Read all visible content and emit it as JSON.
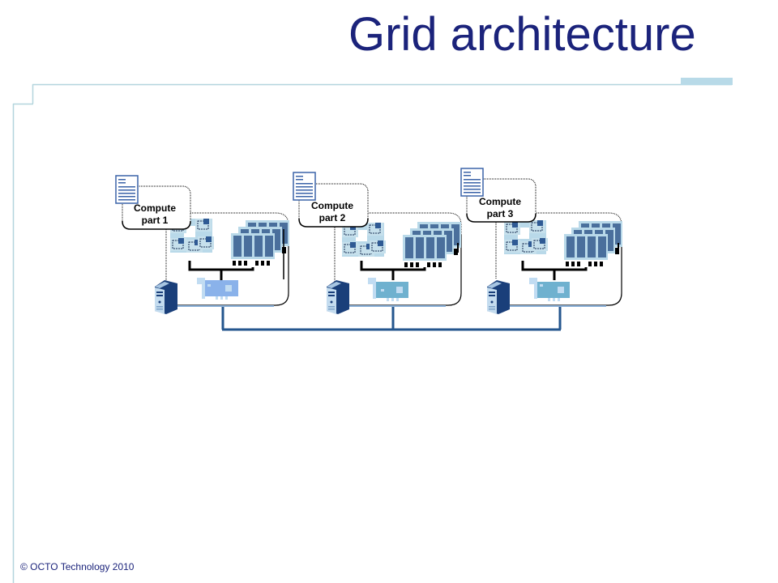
{
  "slide": {
    "title": "Grid architecture",
    "footer": "© OCTO  Technology 2010"
  },
  "colors": {
    "title": "#1b237b",
    "frame_line": "#b3d5dd",
    "accent_bar": "#b8dae8",
    "network_line": "#24568e",
    "server_dark": "#1a3f7a",
    "server_light": "#c4dcef",
    "ram": "#4a6f9c",
    "card_node1": "#8ab2ea",
    "card_node2": "#6fb1cf"
  },
  "diagram": {
    "nodes": [
      {
        "task_label_line1": "Compute",
        "task_label_line2": "part 1",
        "icons": [
          "document-icon",
          "cpu-cluster-icon",
          "ram-modules-icon",
          "network-card-icon",
          "server-icon"
        ]
      },
      {
        "task_label_line1": "Compute",
        "task_label_line2": "part 2",
        "icons": [
          "document-icon",
          "cpu-cluster-icon",
          "ram-modules-icon",
          "network-card-icon",
          "server-icon"
        ]
      },
      {
        "task_label_line1": "Compute",
        "task_label_line2": "part 3",
        "icons": [
          "document-icon",
          "cpu-cluster-icon",
          "ram-modules-icon",
          "network-card-icon",
          "server-icon"
        ]
      }
    ],
    "connection": "network-bus"
  }
}
